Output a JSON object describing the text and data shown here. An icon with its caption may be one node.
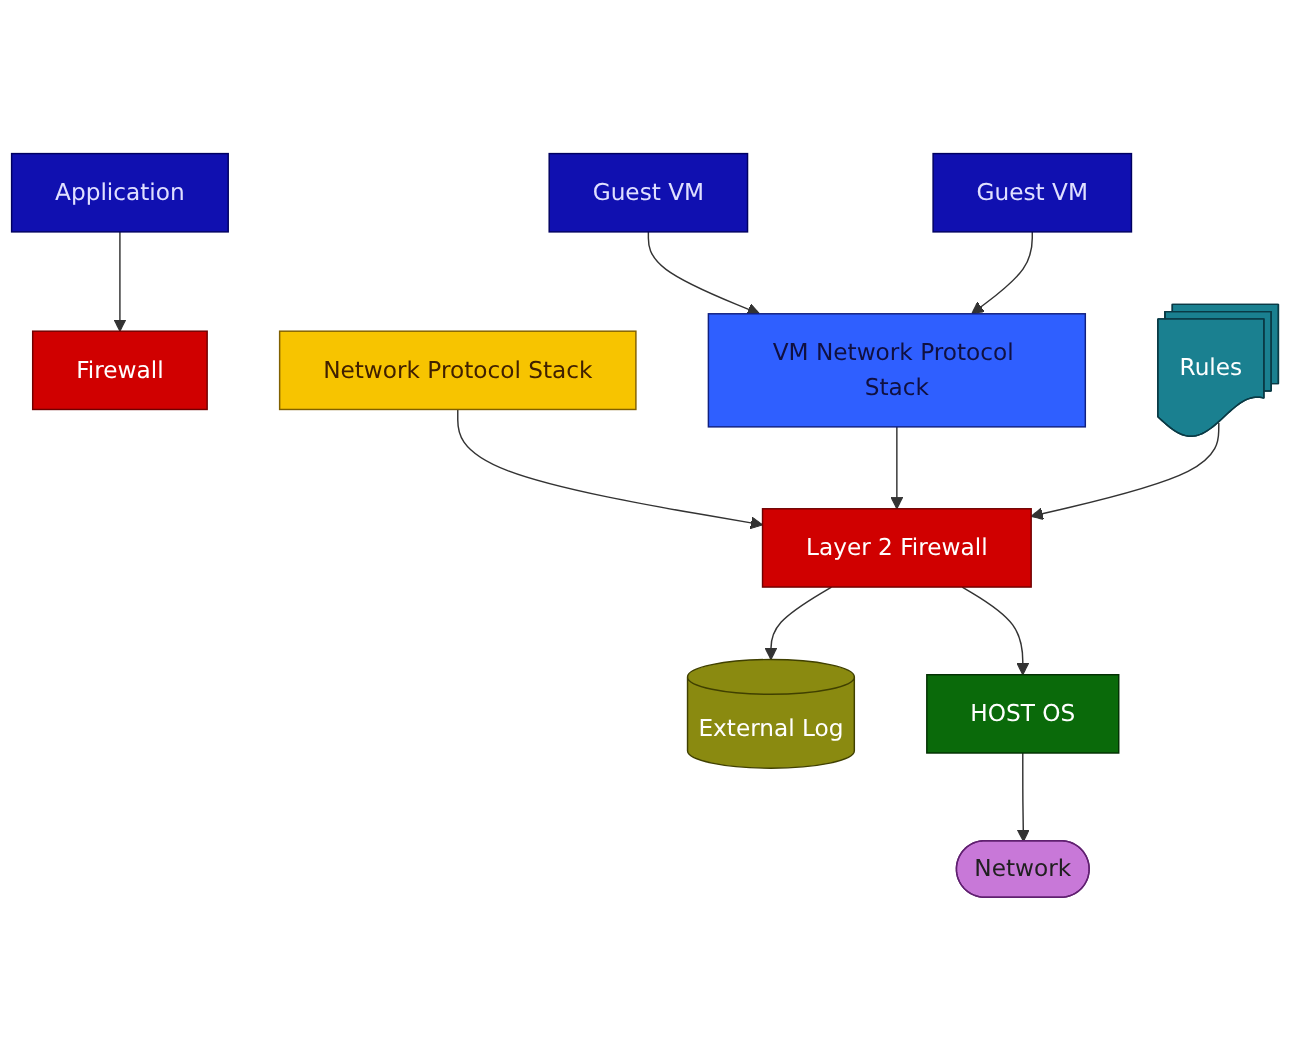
{
  "diagram": {
    "nodes": [
      {
        "text": [
          "Application"
        ]
      },
      {
        "text": [
          "Guest VM"
        ]
      },
      {
        "text": [
          "Guest VM"
        ]
      },
      {
        "text": [
          "Firewall"
        ]
      },
      {
        "text": [
          "Network Protocol Stack"
        ]
      },
      {
        "text": [
          "VM Network Protocol Stack"
        ]
      },
      {
        "text": [
          "Rules"
        ]
      },
      {
        "text": [
          "Layer 2 Firewall"
        ]
      },
      {
        "text": [
          "External Log"
        ]
      },
      {
        "text": [
          "HOST OS"
        ]
      },
      {
        "text": [
          "Network"
        ]
      }
    ],
    "edges": [
      {
        "from": 0,
        "to": 3,
        "arrow": "to"
      },
      {
        "from": 1,
        "to": 5,
        "arrow": "to"
      },
      {
        "from": 2,
        "to": 5,
        "arrow": "to"
      },
      {
        "from": 4,
        "to": 7,
        "arrow": "to"
      },
      {
        "from": 5,
        "to": 7,
        "arrow": "to"
      },
      {
        "from": 6,
        "to": 7,
        "arrow": "to"
      },
      {
        "from": 7,
        "to": 8,
        "arrow": "to"
      },
      {
        "from": 7,
        "to": 9,
        "arrow": "to"
      },
      {
        "from": 9,
        "to": 10,
        "arrow": "to"
      }
    ]
  }
}
